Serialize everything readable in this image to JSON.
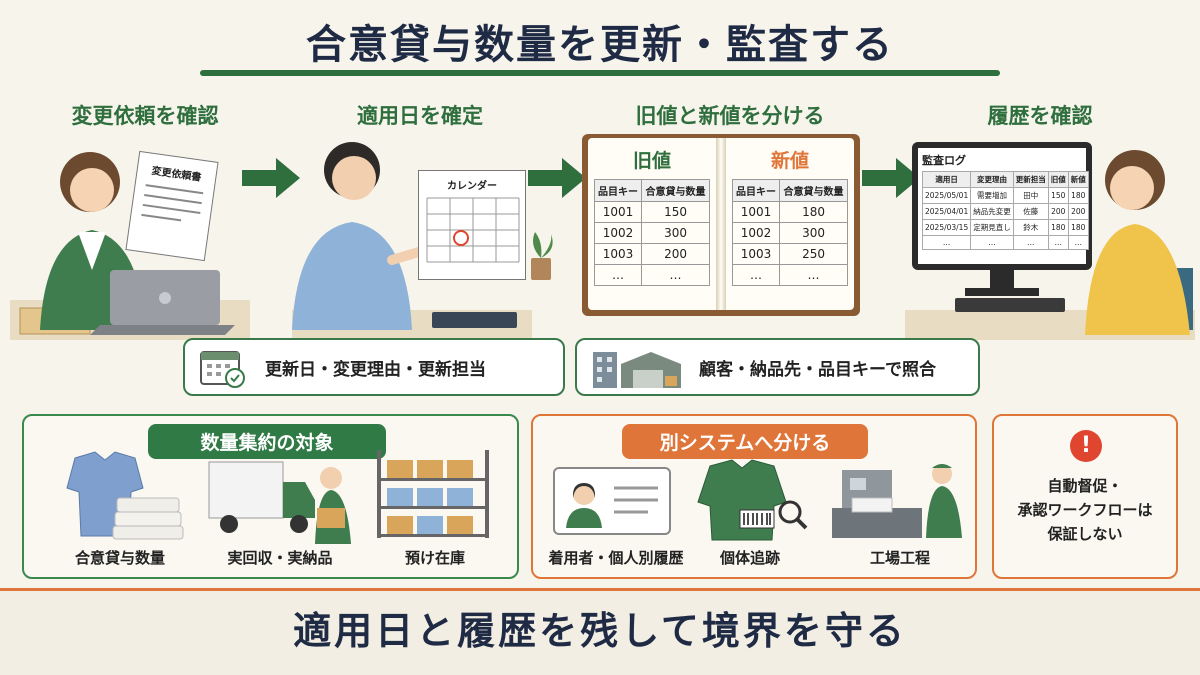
{
  "title": "合意貸与数量を更新・監査する",
  "steps": [
    {
      "label": "変更依頼を確認",
      "doc": "変更依頼書"
    },
    {
      "label": "適用日を確定",
      "calendar": "カレンダー"
    },
    {
      "label": "旧値と新値を分ける"
    },
    {
      "label": "履歴を確認"
    }
  ],
  "book": {
    "old_title": "旧値",
    "new_title": "新値",
    "col_key": "品目キー",
    "col_qty": "合意貸与数量",
    "old_rows": [
      [
        "1001",
        "150"
      ],
      [
        "1002",
        "300"
      ],
      [
        "1003",
        "200"
      ],
      [
        "…",
        "…"
      ]
    ],
    "new_rows": [
      [
        "1001",
        "180"
      ],
      [
        "1002",
        "300"
      ],
      [
        "1003",
        "250"
      ],
      [
        "…",
        "…"
      ]
    ]
  },
  "audit": {
    "title": "監査ログ",
    "headers": [
      "適用日",
      "変更理由",
      "更新担当",
      "旧値",
      "新値"
    ],
    "rows": [
      [
        "2025/05/01",
        "需要増加",
        "田中",
        "150",
        "180"
      ],
      [
        "2025/04/01",
        "納品先変更",
        "佐藤",
        "200",
        "200"
      ],
      [
        "2025/03/15",
        "定期見直し",
        "鈴木",
        "180",
        "180"
      ],
      [
        "…",
        "…",
        "…",
        "…",
        "…"
      ]
    ]
  },
  "pill_left": "更新日・変更理由・更新担当",
  "pill_right": "顧客・納品先・品目キーで照合",
  "panel_aggregate": {
    "badge": "数量集約の対象",
    "items": [
      "合意貸与数量",
      "実回収・実納品",
      "預け在庫"
    ]
  },
  "panel_separate": {
    "badge": "別システムへ分ける",
    "items": [
      "着用者・個人別履歴",
      "個体追跡",
      "工場工程"
    ]
  },
  "warning": {
    "icon": "!",
    "text_lines": [
      "自動督促・",
      "承認ワークフローは",
      "保証しない"
    ]
  },
  "bottom": "適用日と履歴を残して境界を守る",
  "colors": {
    "green": "#2f6e3d",
    "orange": "#e0753a",
    "navy": "#1f2a44"
  }
}
